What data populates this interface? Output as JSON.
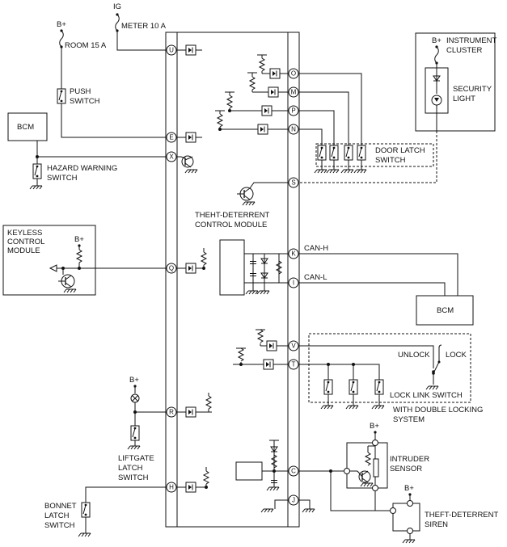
{
  "labels": {
    "b_plus": "B+",
    "ig": "IG",
    "meter_fuse": "METER 10 A",
    "room_fuse": "ROOM 15 A",
    "push_switch": [
      "PUSH",
      "SWITCH"
    ],
    "bcm_top": "BCM",
    "hazard_switch": [
      "HAZARD WARNING",
      "SWITCH"
    ],
    "keyless_module": [
      "KEYLESS",
      "CONTROL",
      "MODULE"
    ],
    "liftgate_switch": [
      "LIFTGATE",
      "LATCH",
      "SWITCH"
    ],
    "bonnet_switch": [
      "BONNET",
      "LATCH",
      "SWITCH"
    ],
    "instrument_cluster": [
      "INSTRUMENT",
      "CLUSTER"
    ],
    "security_light": [
      "SECURITY",
      "LIGHT"
    ],
    "door_latch_switch": [
      "DOOR LATCH",
      "SWITCH"
    ],
    "control_module": [
      "THEHT-DETERRENT",
      "CONTROL MODULE"
    ],
    "can_h": "CAN-H",
    "can_l": "CAN-L",
    "bcm_right": "BCM",
    "unlock": "UNLOCK",
    "lock": "LOCK",
    "lock_link_switch": "LOCK LINK SWITCH",
    "double_locking": [
      "WITH DOUBLE LOCKING",
      "SYSTEM"
    ],
    "intruder_sensor": [
      "INTRUDER",
      "SENSOR"
    ],
    "siren": [
      "THEFT-DETERRENT",
      "SIREN"
    ]
  },
  "pins": {
    "U": "U",
    "E": "E",
    "X": "X",
    "Q": "Q",
    "R": "R",
    "H": "H",
    "O": "O",
    "M": "M",
    "P": "P",
    "N": "N",
    "S": "S",
    "K": "K",
    "I": "I",
    "V": "V",
    "T": "T",
    "C": "C",
    "J": "J"
  }
}
